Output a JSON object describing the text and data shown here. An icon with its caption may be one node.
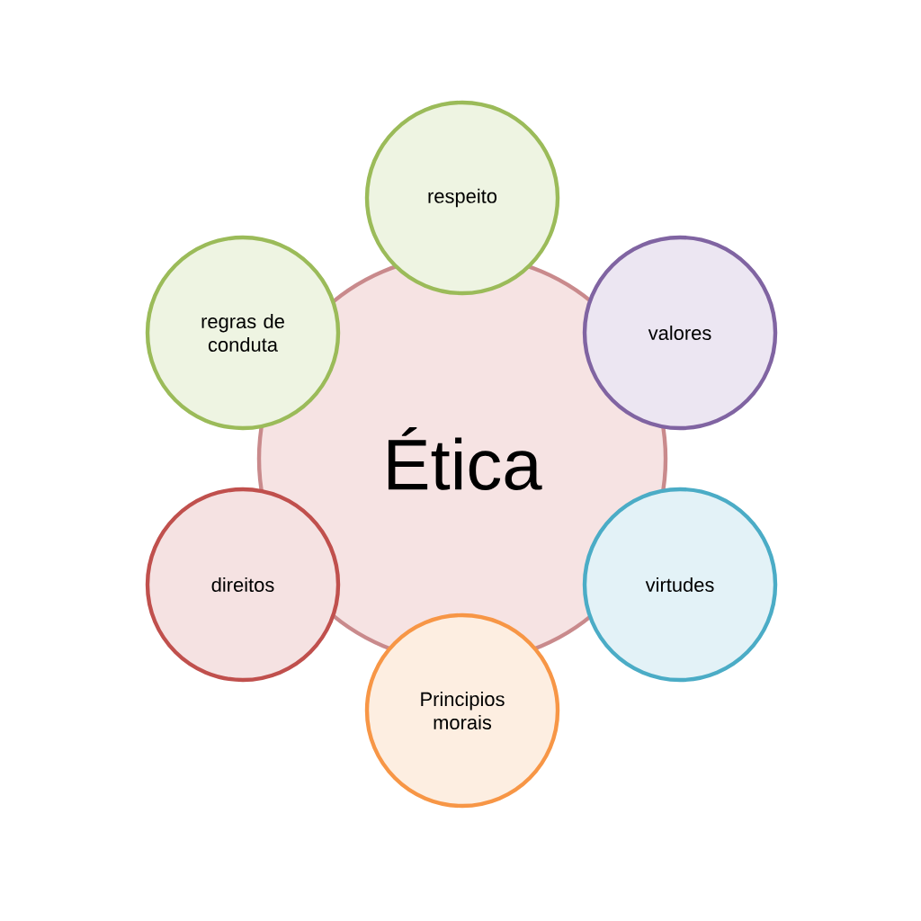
{
  "diagram": {
    "nodes": [
      {
        "text": [
          "Ética"
        ]
      },
      {
        "text": [
          "respeito"
        ]
      },
      {
        "text": [
          "valores"
        ]
      },
      {
        "text": [
          "virtudes"
        ]
      },
      {
        "text": [
          "Principios morais"
        ]
      },
      {
        "text": [
          "direitos"
        ]
      },
      {
        "text": [
          "regras de conduta"
        ]
      }
    ]
  }
}
